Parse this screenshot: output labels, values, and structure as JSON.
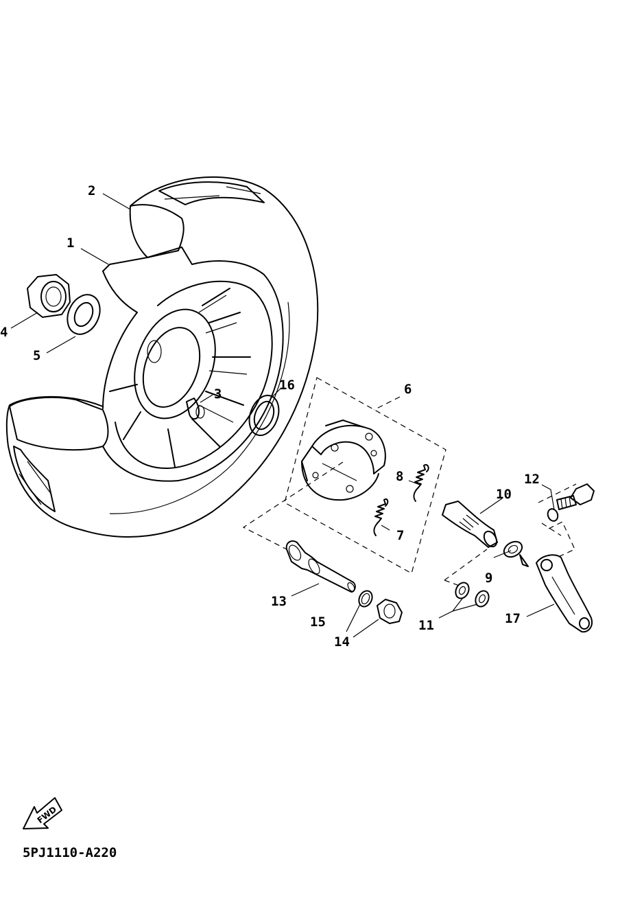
{
  "diagram": {
    "callouts": [
      "1",
      "2",
      "3",
      "4",
      "5",
      "6",
      "7",
      "8",
      "9",
      "10",
      "11",
      "12",
      "13",
      "14",
      "15",
      "16",
      "17"
    ],
    "fwd_label": "FWD",
    "code": "5PJ1110-A220"
  }
}
